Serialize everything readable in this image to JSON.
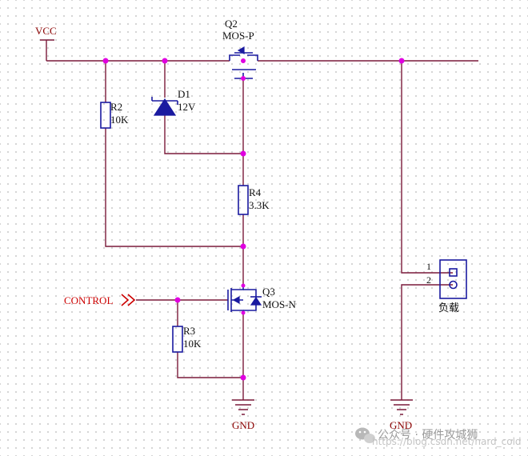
{
  "nets": {
    "vcc": "VCC",
    "gnd_left": "GND",
    "gnd_right": "GND",
    "control": "CONTROL"
  },
  "components": {
    "q2": {
      "ref": "Q2",
      "value": "MOS-P"
    },
    "q3": {
      "ref": "Q3",
      "value": "MOS-N"
    },
    "d1": {
      "ref": "D1",
      "value": "12V"
    },
    "r2": {
      "ref": "R2",
      "value": "10K"
    },
    "r3": {
      "ref": "R3",
      "value": "10K"
    },
    "r4": {
      "ref": "R4",
      "value": "3.3K"
    },
    "connector": {
      "label": "负载",
      "pin1": "1",
      "pin2": "2"
    }
  },
  "watermark": {
    "text": "公众号 · 硬件攻城狮",
    "url": "https://blog.csdn.net/hard_cold"
  },
  "colors": {
    "wire": "#7a1a3a",
    "component": "#1a1aa0",
    "junction": "#e000e0",
    "control": "#cc0000"
  }
}
